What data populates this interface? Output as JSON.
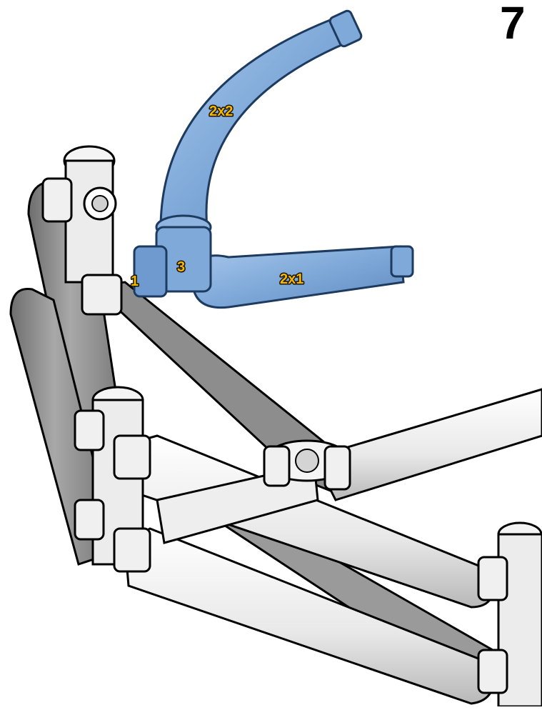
{
  "step": {
    "number": "7"
  },
  "callouts": {
    "pipe_long": "2x2",
    "pipe_short": "2x1",
    "connector": "3",
    "joint": "1"
  },
  "colors": {
    "highlight_part": "#7fa9d9",
    "highlight_edge": "#1d3a5f",
    "frame_part": "#9a9a9a",
    "connector_part": "#f2f2f2",
    "label": "#f5b800",
    "line": "#000000"
  }
}
